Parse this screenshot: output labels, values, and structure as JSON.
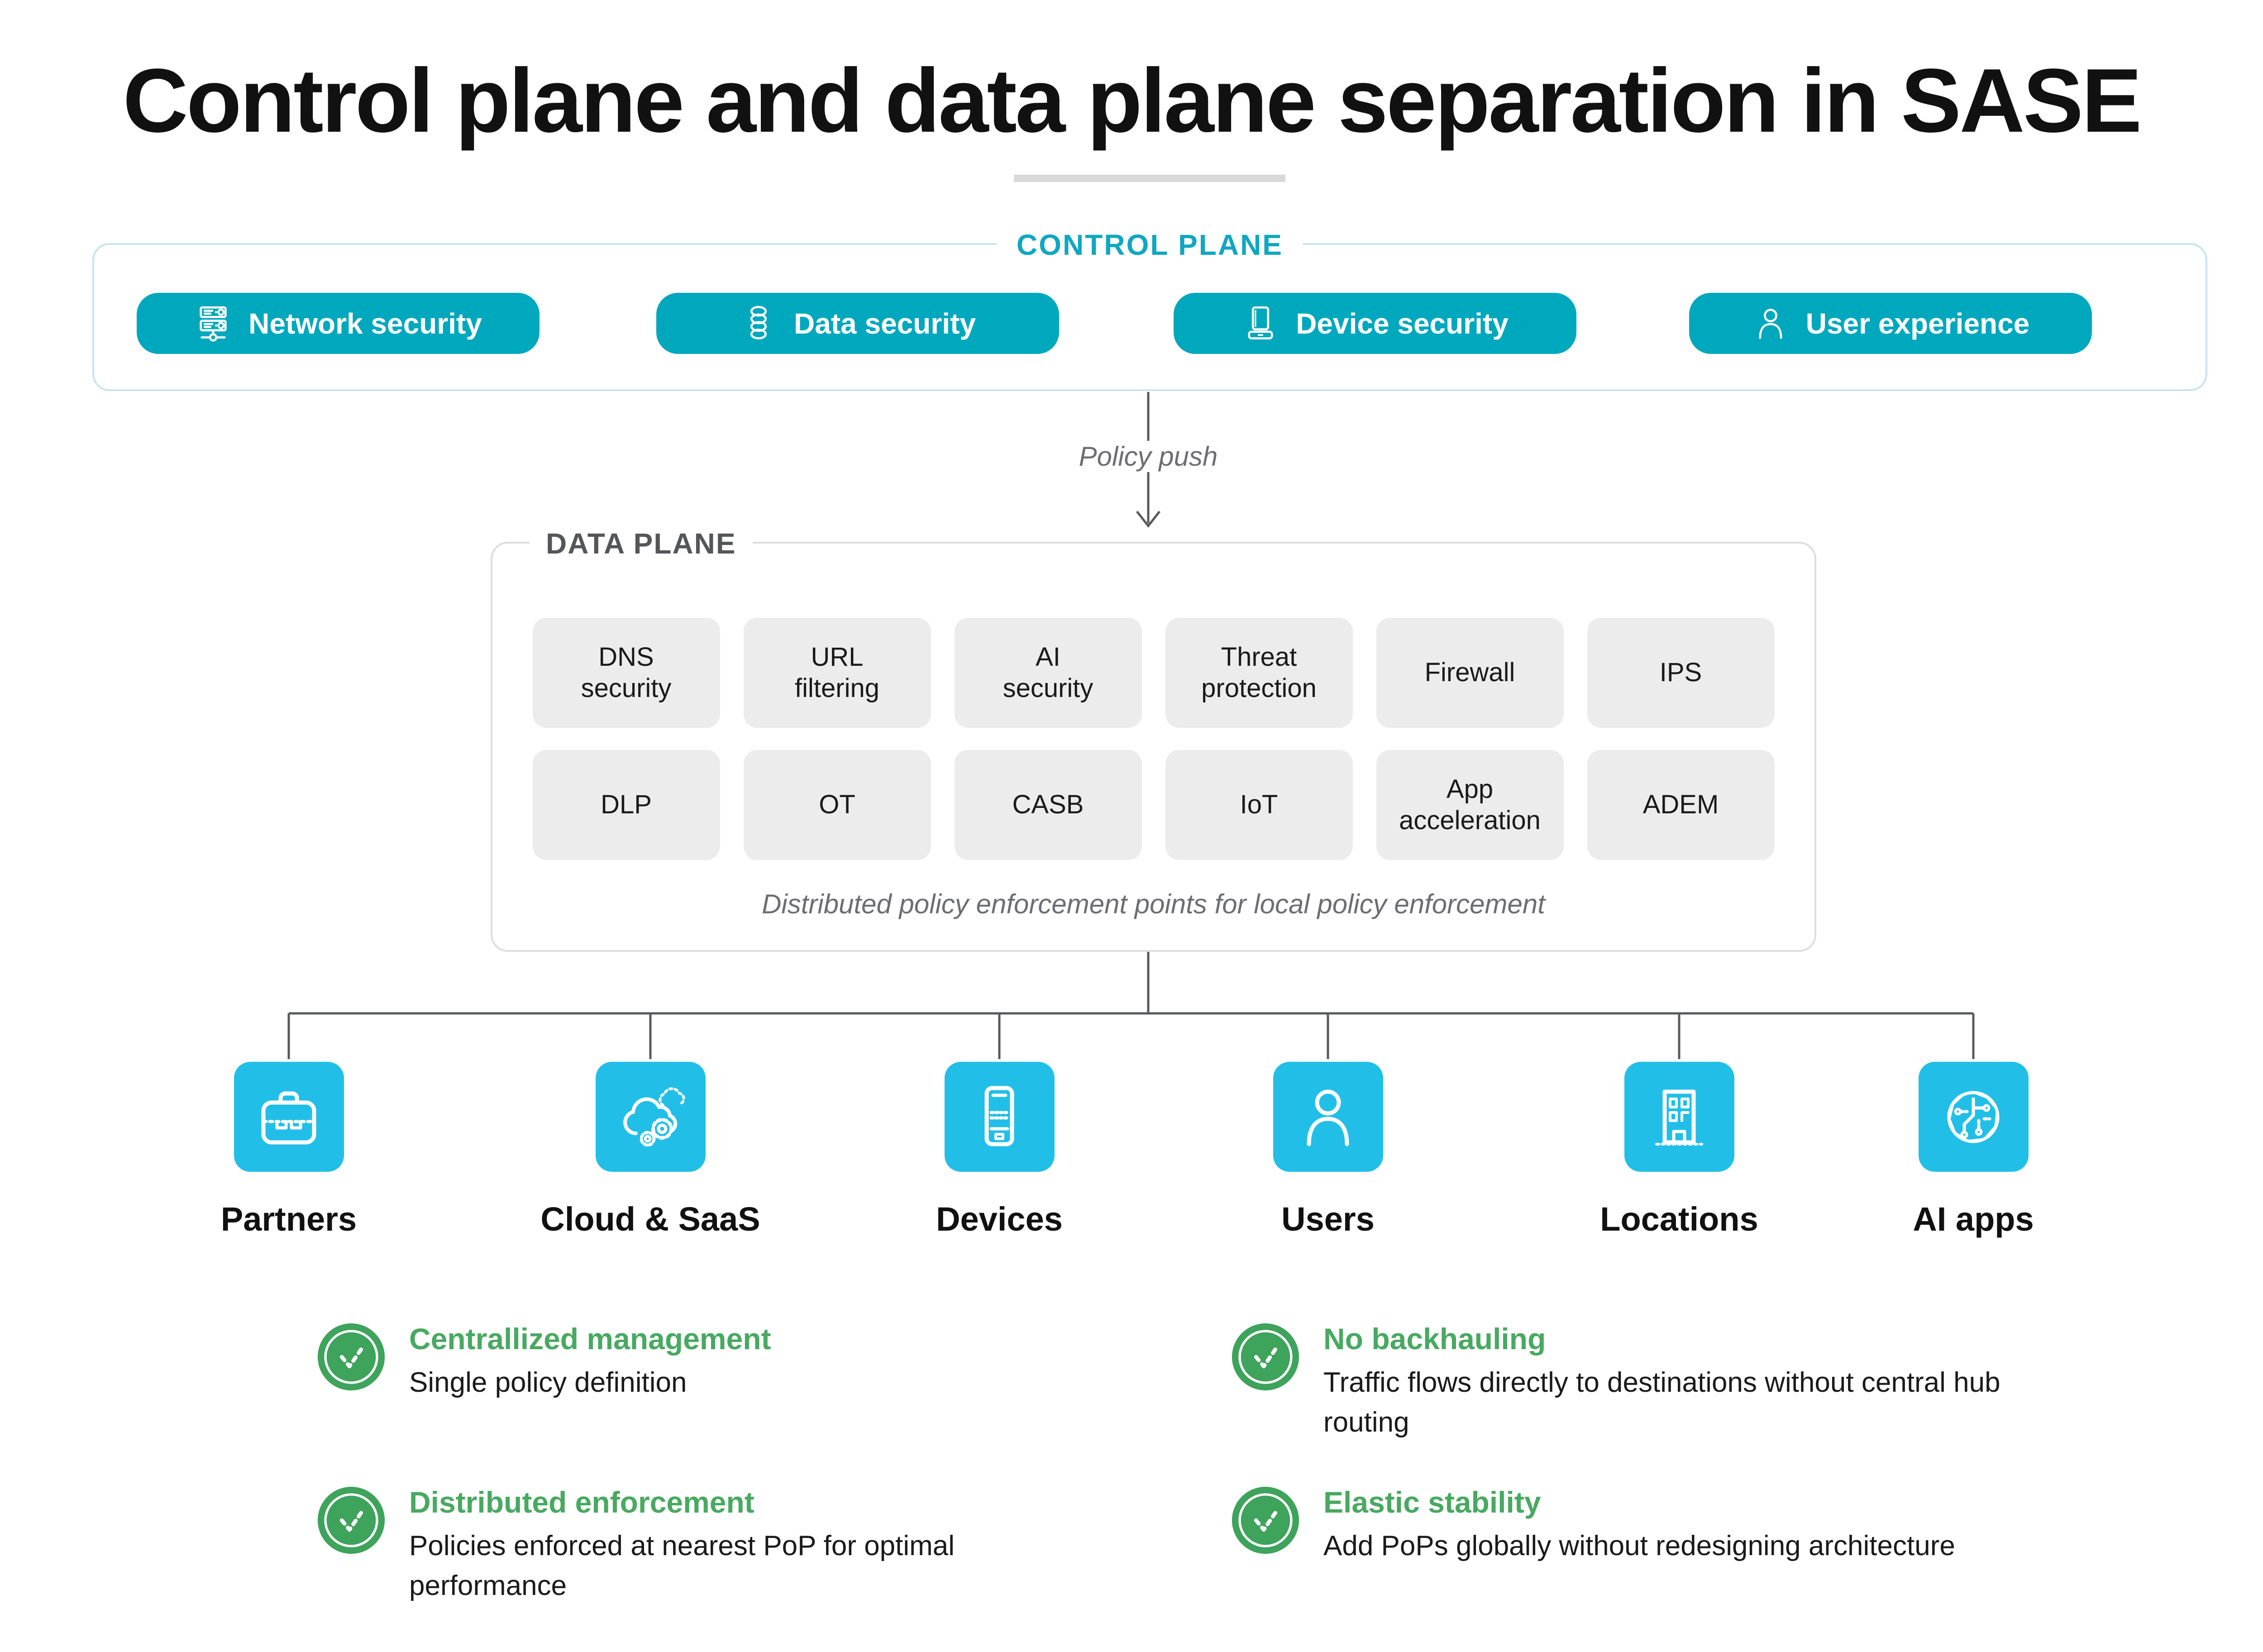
{
  "title": "Control plane and data plane separation in SASE",
  "control_plane": {
    "label": "CONTROL PLANE",
    "pills": [
      {
        "label": "Network security",
        "icon": "server-network-icon"
      },
      {
        "label": "Data security",
        "icon": "database-icon"
      },
      {
        "label": "Device security",
        "icon": "device-icon"
      },
      {
        "label": "User experience",
        "icon": "person-icon"
      }
    ]
  },
  "policy_push": {
    "label": "Policy push"
  },
  "data_plane": {
    "label": "DATA PLANE",
    "rows": [
      [
        "DNS\nsecurity",
        "URL\nfiltering",
        "AI\nsecurity",
        "Threat\nprotection",
        "Firewall",
        "IPS"
      ],
      [
        "DLP",
        "OT",
        "CASB",
        "IoT",
        "App\nacceleration",
        "ADEM"
      ]
    ],
    "caption": "Distributed policy enforcement points for local policy enforcement"
  },
  "endpoints": [
    {
      "label": "Partners",
      "icon": "briefcase-icon"
    },
    {
      "label": "Cloud & SaaS",
      "icon": "cloud-gears-icon"
    },
    {
      "label": "Devices",
      "icon": "smartphone-icon"
    },
    {
      "label": "Users",
      "icon": "user-icon"
    },
    {
      "label": "Locations",
      "icon": "building-icon"
    },
    {
      "label": "AI apps",
      "icon": "ai-circuit-icon"
    }
  ],
  "benefits": [
    {
      "title": "Centrallized management",
      "description": "Single policy definition",
      "icon": "check-circle-icon"
    },
    {
      "title": "Distributed enforcement",
      "description": "Policies enforced at nearest PoP for optimal performance",
      "icon": "check-circle-icon"
    },
    {
      "title": "No backhauling",
      "description": "Traffic flows directly to destinations without central hub routing",
      "icon": "check-circle-icon"
    },
    {
      "title": "Elastic stability",
      "description": "Add PoPs globally without redesigning architecture",
      "icon": "check-circle-icon"
    }
  ],
  "colors": {
    "pill_teal": "#00a8be",
    "tile_cyan": "#21bfe8",
    "control_plane_border": "#c8e3ef",
    "data_plane_border": "#dddde0",
    "box_fill": "#ececed",
    "green_circle": "#3ea35b",
    "green_text": "#48a960",
    "muted_text": "#6d6e71",
    "line_gray": "#58595b"
  }
}
